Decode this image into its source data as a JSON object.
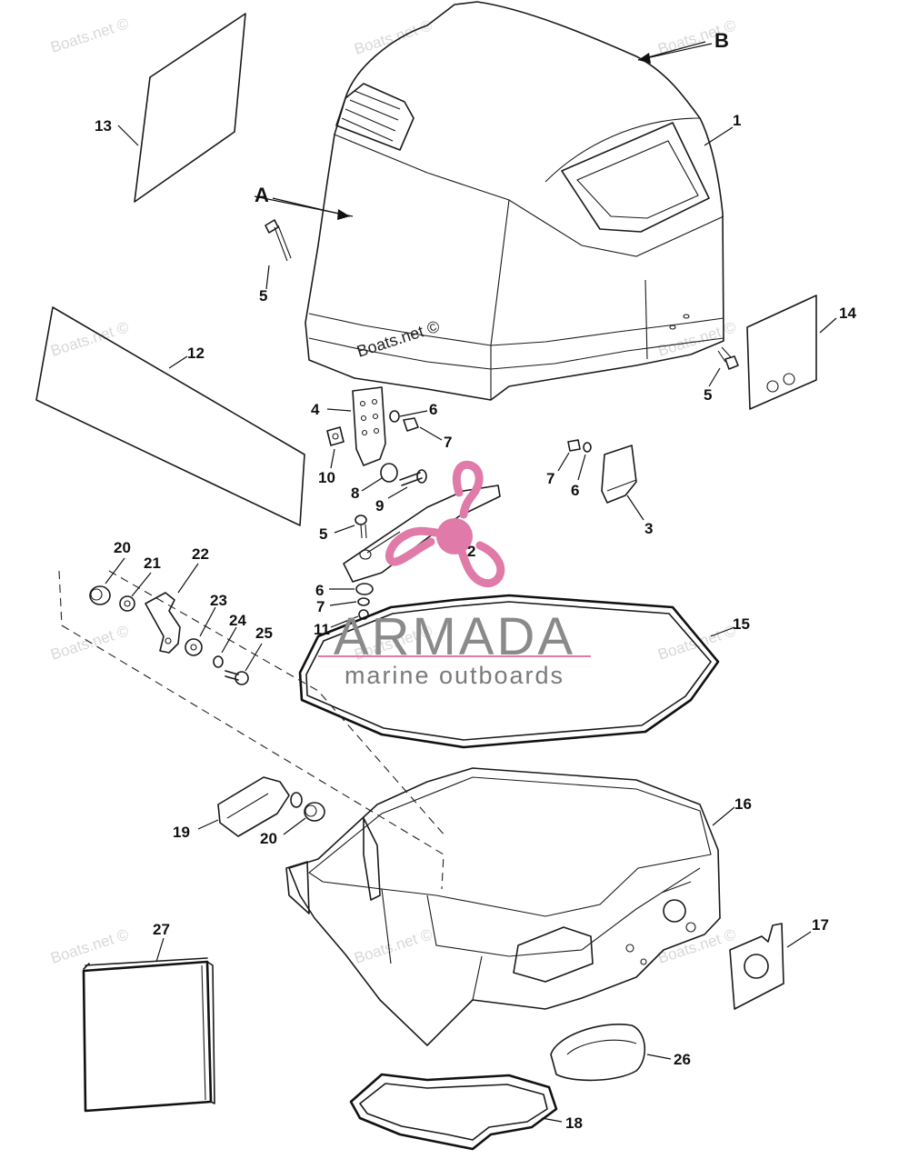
{
  "watermark": {
    "text": "Boats.net ©"
  },
  "logo": {
    "name": "ARMADA",
    "tagline": "marine outboards",
    "accent_color": "#e07aa8",
    "text_color": "#8a8a8a"
  },
  "view_labels": {
    "a": "A",
    "b": "B"
  },
  "callouts": {
    "c1": "1",
    "c2": "2",
    "c3": "3",
    "c4": "4",
    "c5a": "5",
    "c5b": "5",
    "c5c": "5",
    "c6a": "6",
    "c6b": "6",
    "c6c": "6",
    "c7a": "7",
    "c7b": "7",
    "c7c": "7",
    "c8": "8",
    "c9": "9",
    "c10": "10",
    "c11": "11",
    "c12": "12",
    "c13": "13",
    "c14": "14",
    "c15": "15",
    "c16": "16",
    "c17": "17",
    "c18": "18",
    "c19": "19",
    "c20a": "20",
    "c20b": "20",
    "c21": "21",
    "c22": "22",
    "c23": "23",
    "c24": "24",
    "c25": "25",
    "c26": "26",
    "c27": "27"
  }
}
